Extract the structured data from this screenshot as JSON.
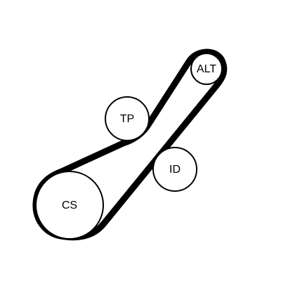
{
  "diagram": {
    "pulleys": [
      {
        "id": "cs",
        "label": "CS"
      },
      {
        "id": "tp",
        "label": "TP"
      },
      {
        "id": "alt",
        "label": "ALT"
      },
      {
        "id": "id",
        "label": "ID"
      }
    ],
    "colors": {
      "belt": "#000000",
      "pulley_outline": "#000000",
      "pulley_fill": "#ffffff",
      "background": "#ffffff"
    }
  }
}
